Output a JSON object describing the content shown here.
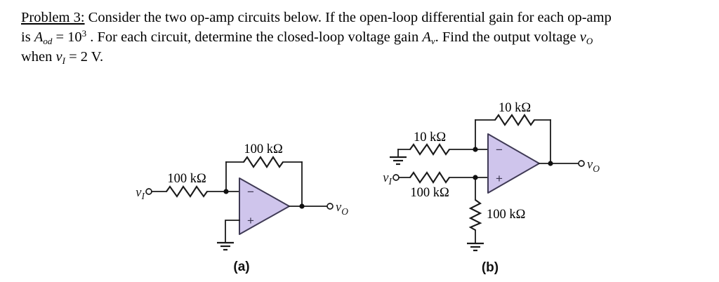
{
  "problem": {
    "line1": {
      "heading": "Problem 3:",
      "text": " Consider the two op-amp circuits below. If the open-loop differential gain for each op-amp"
    },
    "line2": {
      "t1": "is ",
      "aod_base": "A",
      "aod_sub": "od",
      "t2": " = 10",
      "t2_sup": "3",
      "t3": " . For each circuit, determine the closed-loop voltage gain ",
      "av_base": "A",
      "av_sub": "v",
      "t4": ". Find the output voltage ",
      "vo_base": "v",
      "vo_sub": "O"
    },
    "line3": {
      "t1": "when ",
      "vi_base": "v",
      "vi_sub": "I",
      "t2": " = 2 V."
    }
  },
  "circuit_a": {
    "caption": "(a)",
    "input_source_base": "v",
    "input_source_sub": "I",
    "input_resistor_label": "100 kΩ",
    "feedback_resistor_label": "100 kΩ",
    "output_base": "v",
    "output_sub": "O",
    "opamp": {
      "minus": "−",
      "plus": "+"
    }
  },
  "circuit_b": {
    "caption": "(b)",
    "feedback_resistor_label": "10 kΩ",
    "inverting_input_resistor_label": "10 kΩ",
    "noninverting_input_resistor_label": "100 kΩ",
    "ground_resistor_label": "100 kΩ",
    "input_source_base": "v",
    "input_source_sub": "I",
    "output_base": "v",
    "output_sub": "O",
    "opamp": {
      "minus": "−",
      "plus": "+"
    }
  },
  "colors": {
    "opamp_fill": "#cfc5ec",
    "opamp_stroke": "#3f3a55",
    "wire": "#1a1a1a",
    "background": "#ffffff"
  }
}
